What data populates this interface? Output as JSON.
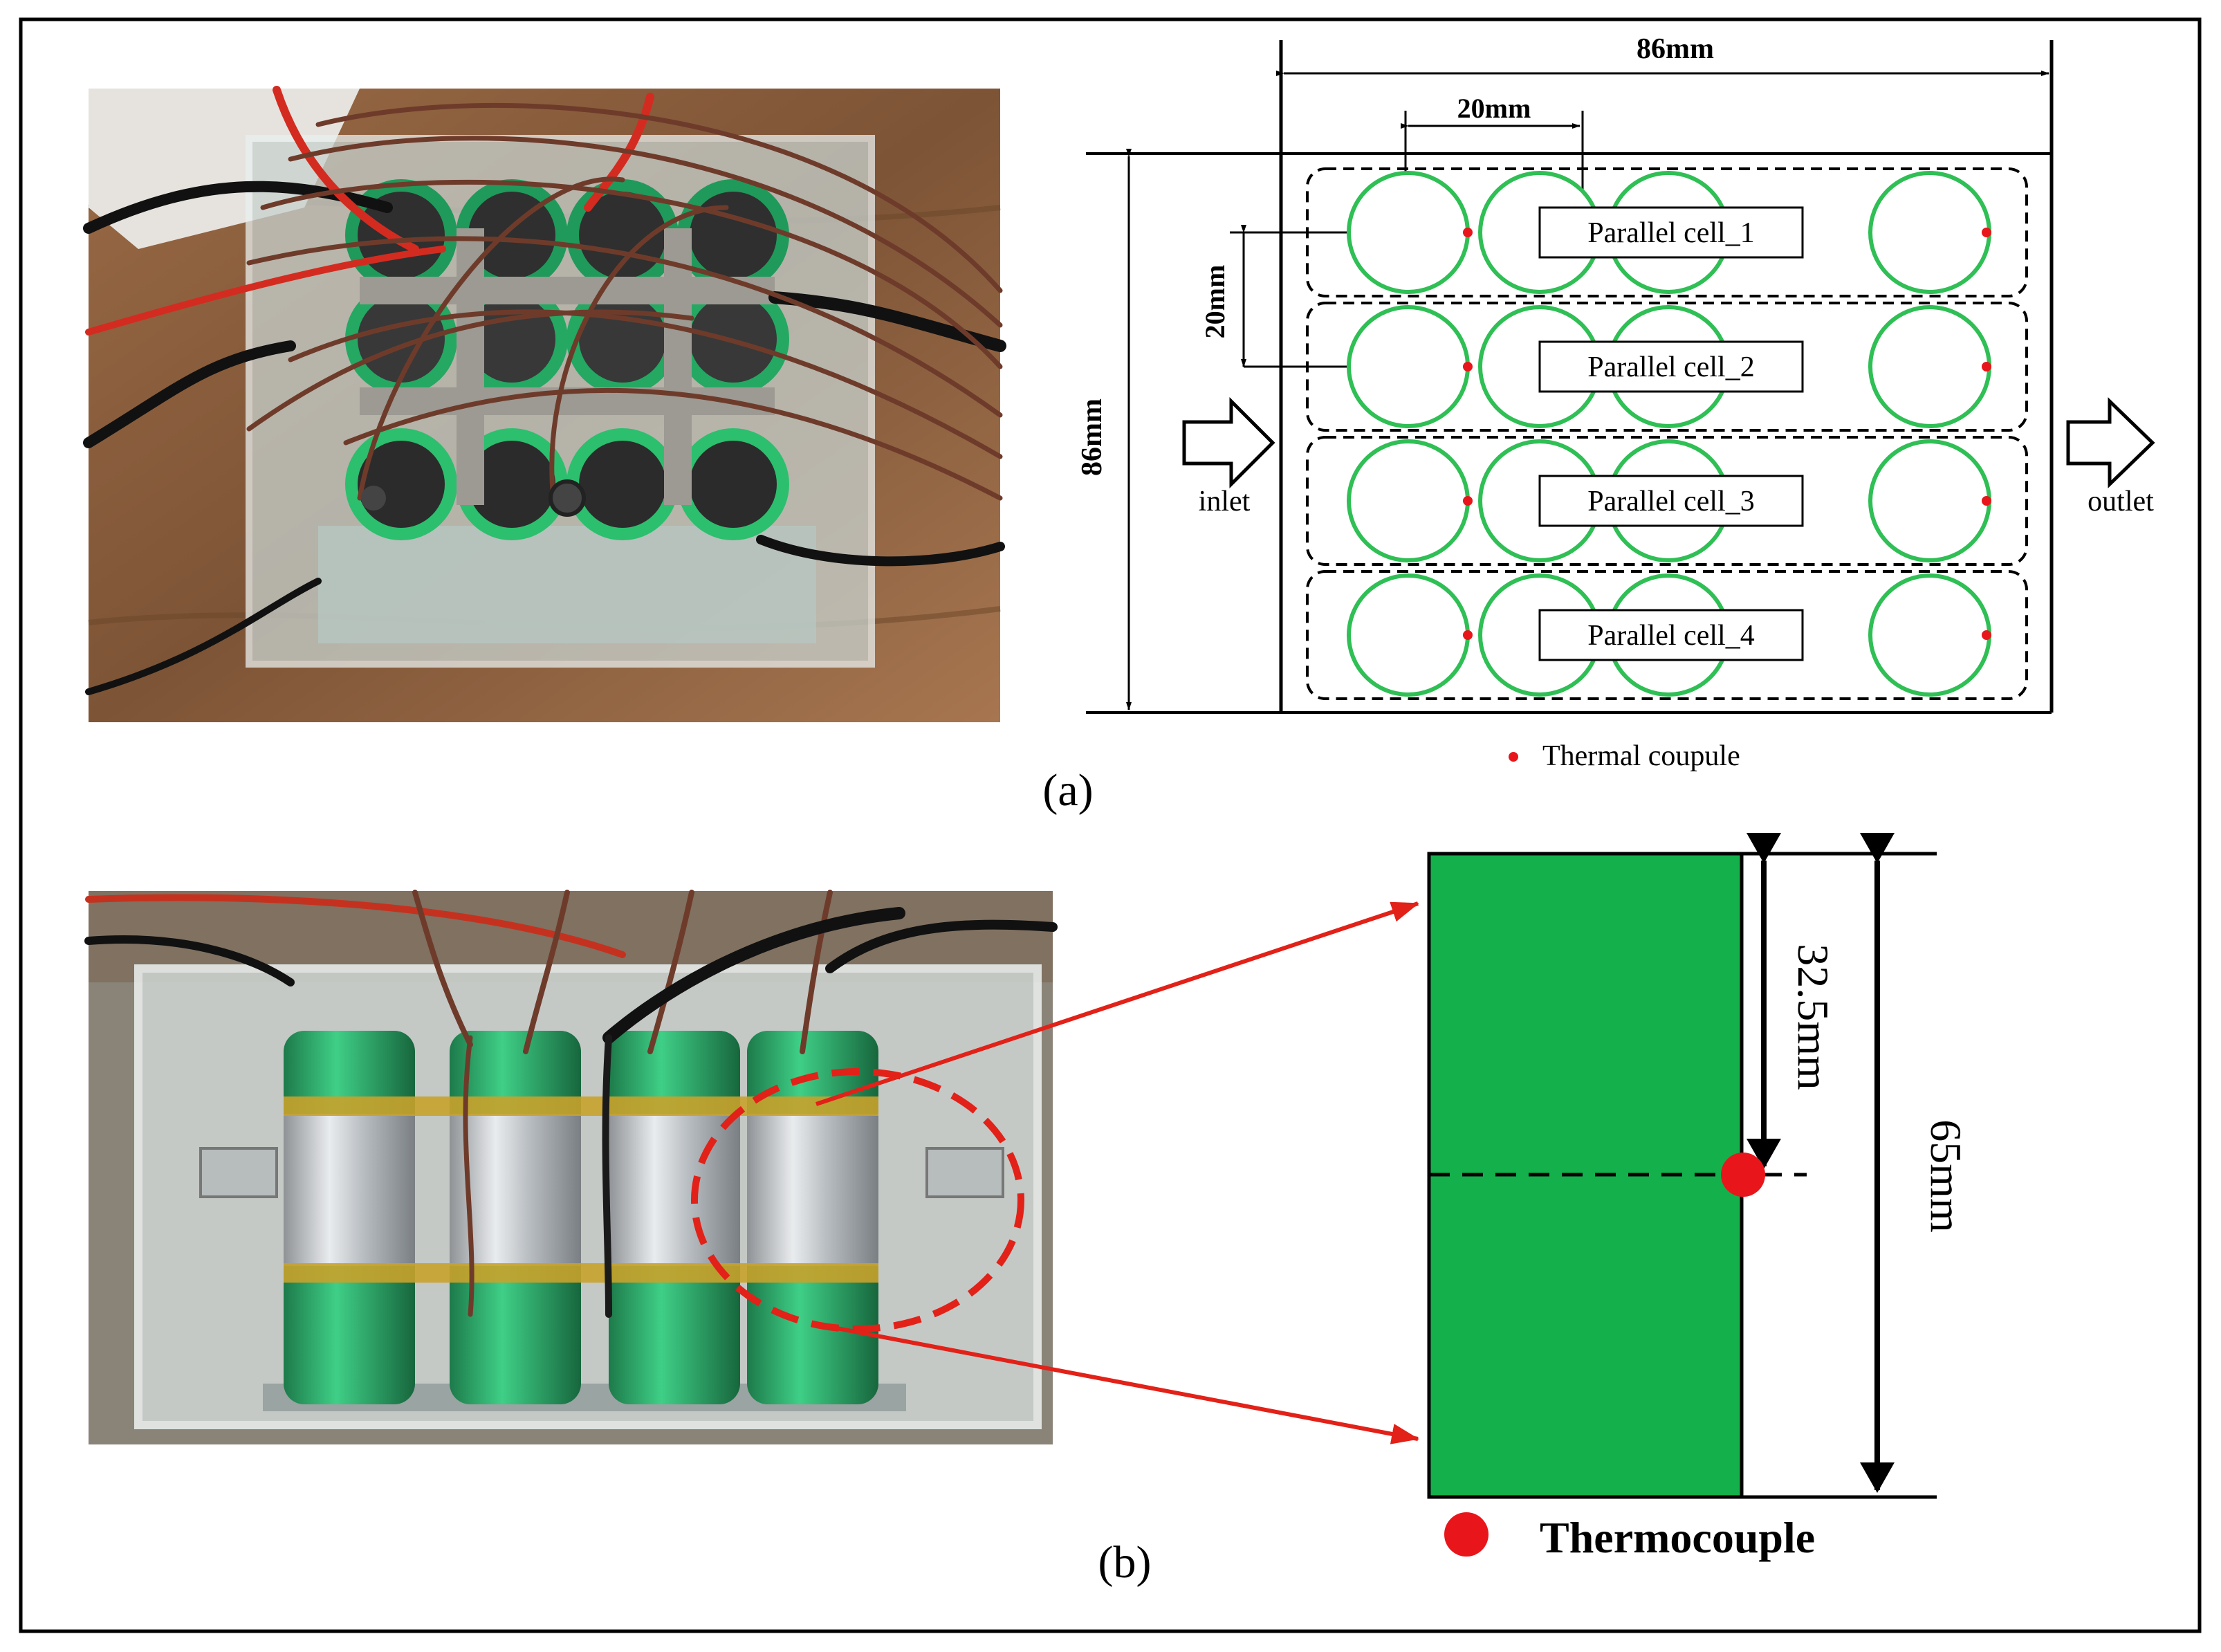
{
  "panel_a": {
    "label": "(a)",
    "dim_width": "86mm",
    "dim_height": "86mm",
    "dim_cell_spacing_x": "20mm",
    "dim_cell_spacing_y": "20mm",
    "inlet": "inlet",
    "outlet": "outlet",
    "cells": [
      "Parallel cell_1",
      "Parallel cell_2",
      "Parallel cell_3",
      "Parallel cell_4"
    ],
    "legend": "Thermal coupule"
  },
  "panel_b": {
    "label": "(b)",
    "dim_half": "32.5mm",
    "dim_full": "65mm",
    "legend": "Thermocouple"
  },
  "colors": {
    "cell_green": "#13b04b",
    "cell_outline_green": "#2fbf55",
    "thermocouple_red": "#e8161b",
    "arrow_red": "#e22118"
  }
}
